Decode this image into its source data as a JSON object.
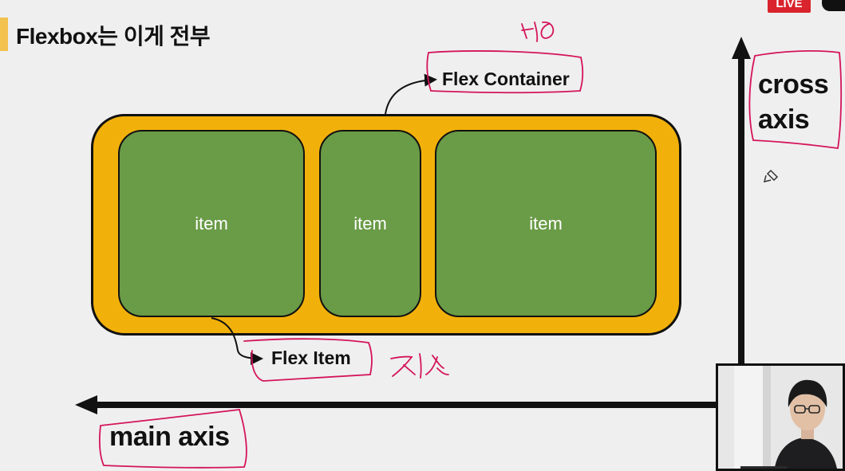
{
  "slide": {
    "title": "Flexbox는 이게 전부",
    "live_badge": "LIVE"
  },
  "diagram": {
    "container_label": "Flex Container",
    "item_label": "Flex Item",
    "items": [
      "item",
      "item",
      "item"
    ],
    "cross_axis_lines": [
      "cross",
      "axis"
    ],
    "main_axis_label": "main axis",
    "handwritten_container": "부모",
    "handwritten_item": "자식",
    "colors": {
      "container": "#f2b10a",
      "item": "#6a9b47",
      "annotation": "#d4145a"
    }
  },
  "webcam": {
    "icon": "presenter-webcam"
  }
}
